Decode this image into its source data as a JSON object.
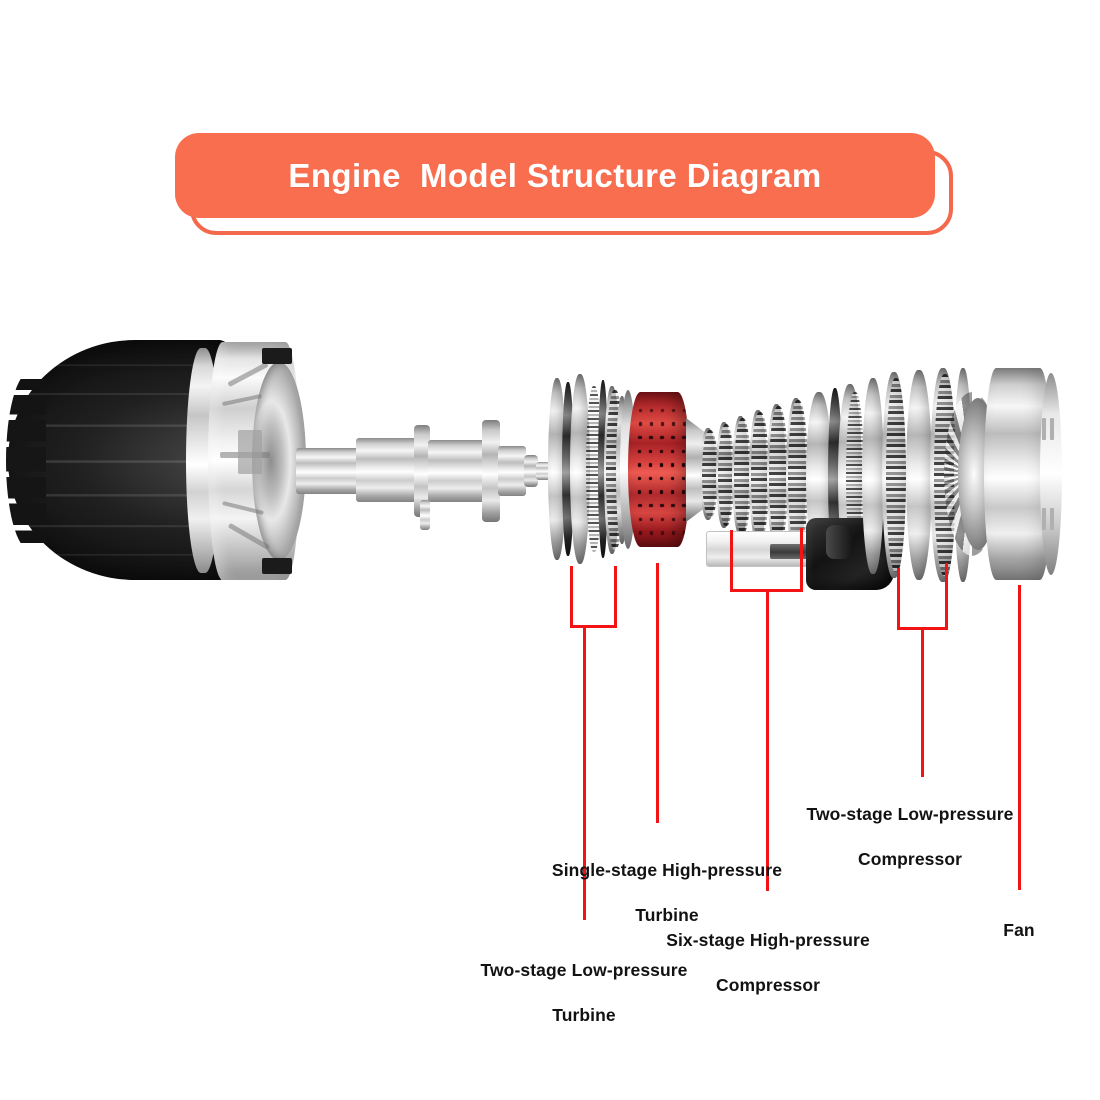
{
  "banner": {
    "title": "Engine  Model Structure Diagram",
    "fill_color": "#fa6e50",
    "outline_color": "#f4694c",
    "text_color": "#ffffff"
  },
  "diagram": {
    "subject": "Turbofan jet engine exploded model",
    "leader_color": "#f21414",
    "label_color": "#121212"
  },
  "labels": [
    {
      "id": "two-stage-low-pressure-turbine",
      "text": "Two-stage Low-pressure\nTurbine",
      "line1": "Two-stage Low-pressure",
      "line2": "Turbine"
    },
    {
      "id": "single-stage-high-pressure-turbine",
      "text": "Single-stage High-pressure\nTurbine",
      "line1": "Single-stage High-pressure",
      "line2": "Turbine"
    },
    {
      "id": "six-stage-high-pressure-compressor",
      "text": "Six-stage High-pressure\nCompressor",
      "line1": "Six-stage High-pressure",
      "line2": "Compressor"
    },
    {
      "id": "two-stage-low-pressure-compressor",
      "text": "Two-stage Low-pressure\nCompressor",
      "line1": "Two-stage Low-pressure",
      "line2": "Compressor"
    },
    {
      "id": "fan",
      "text": "Fan",
      "line1": "Fan",
      "line2": ""
    }
  ],
  "parts": {
    "exhaust_nozzle": "exhaust-nozzle",
    "shaft": "drive-shaft",
    "lp_turbine": "two-stage-low-pressure-turbine",
    "hp_turbine": "single-stage-high-pressure-turbine",
    "combustor": "annular-combustor",
    "hp_compressor": "six-stage-high-pressure-compressor",
    "accessory_gearbox": "accessory-gearbox",
    "lp_compressor": "two-stage-low-pressure-compressor",
    "fan": "fan"
  }
}
